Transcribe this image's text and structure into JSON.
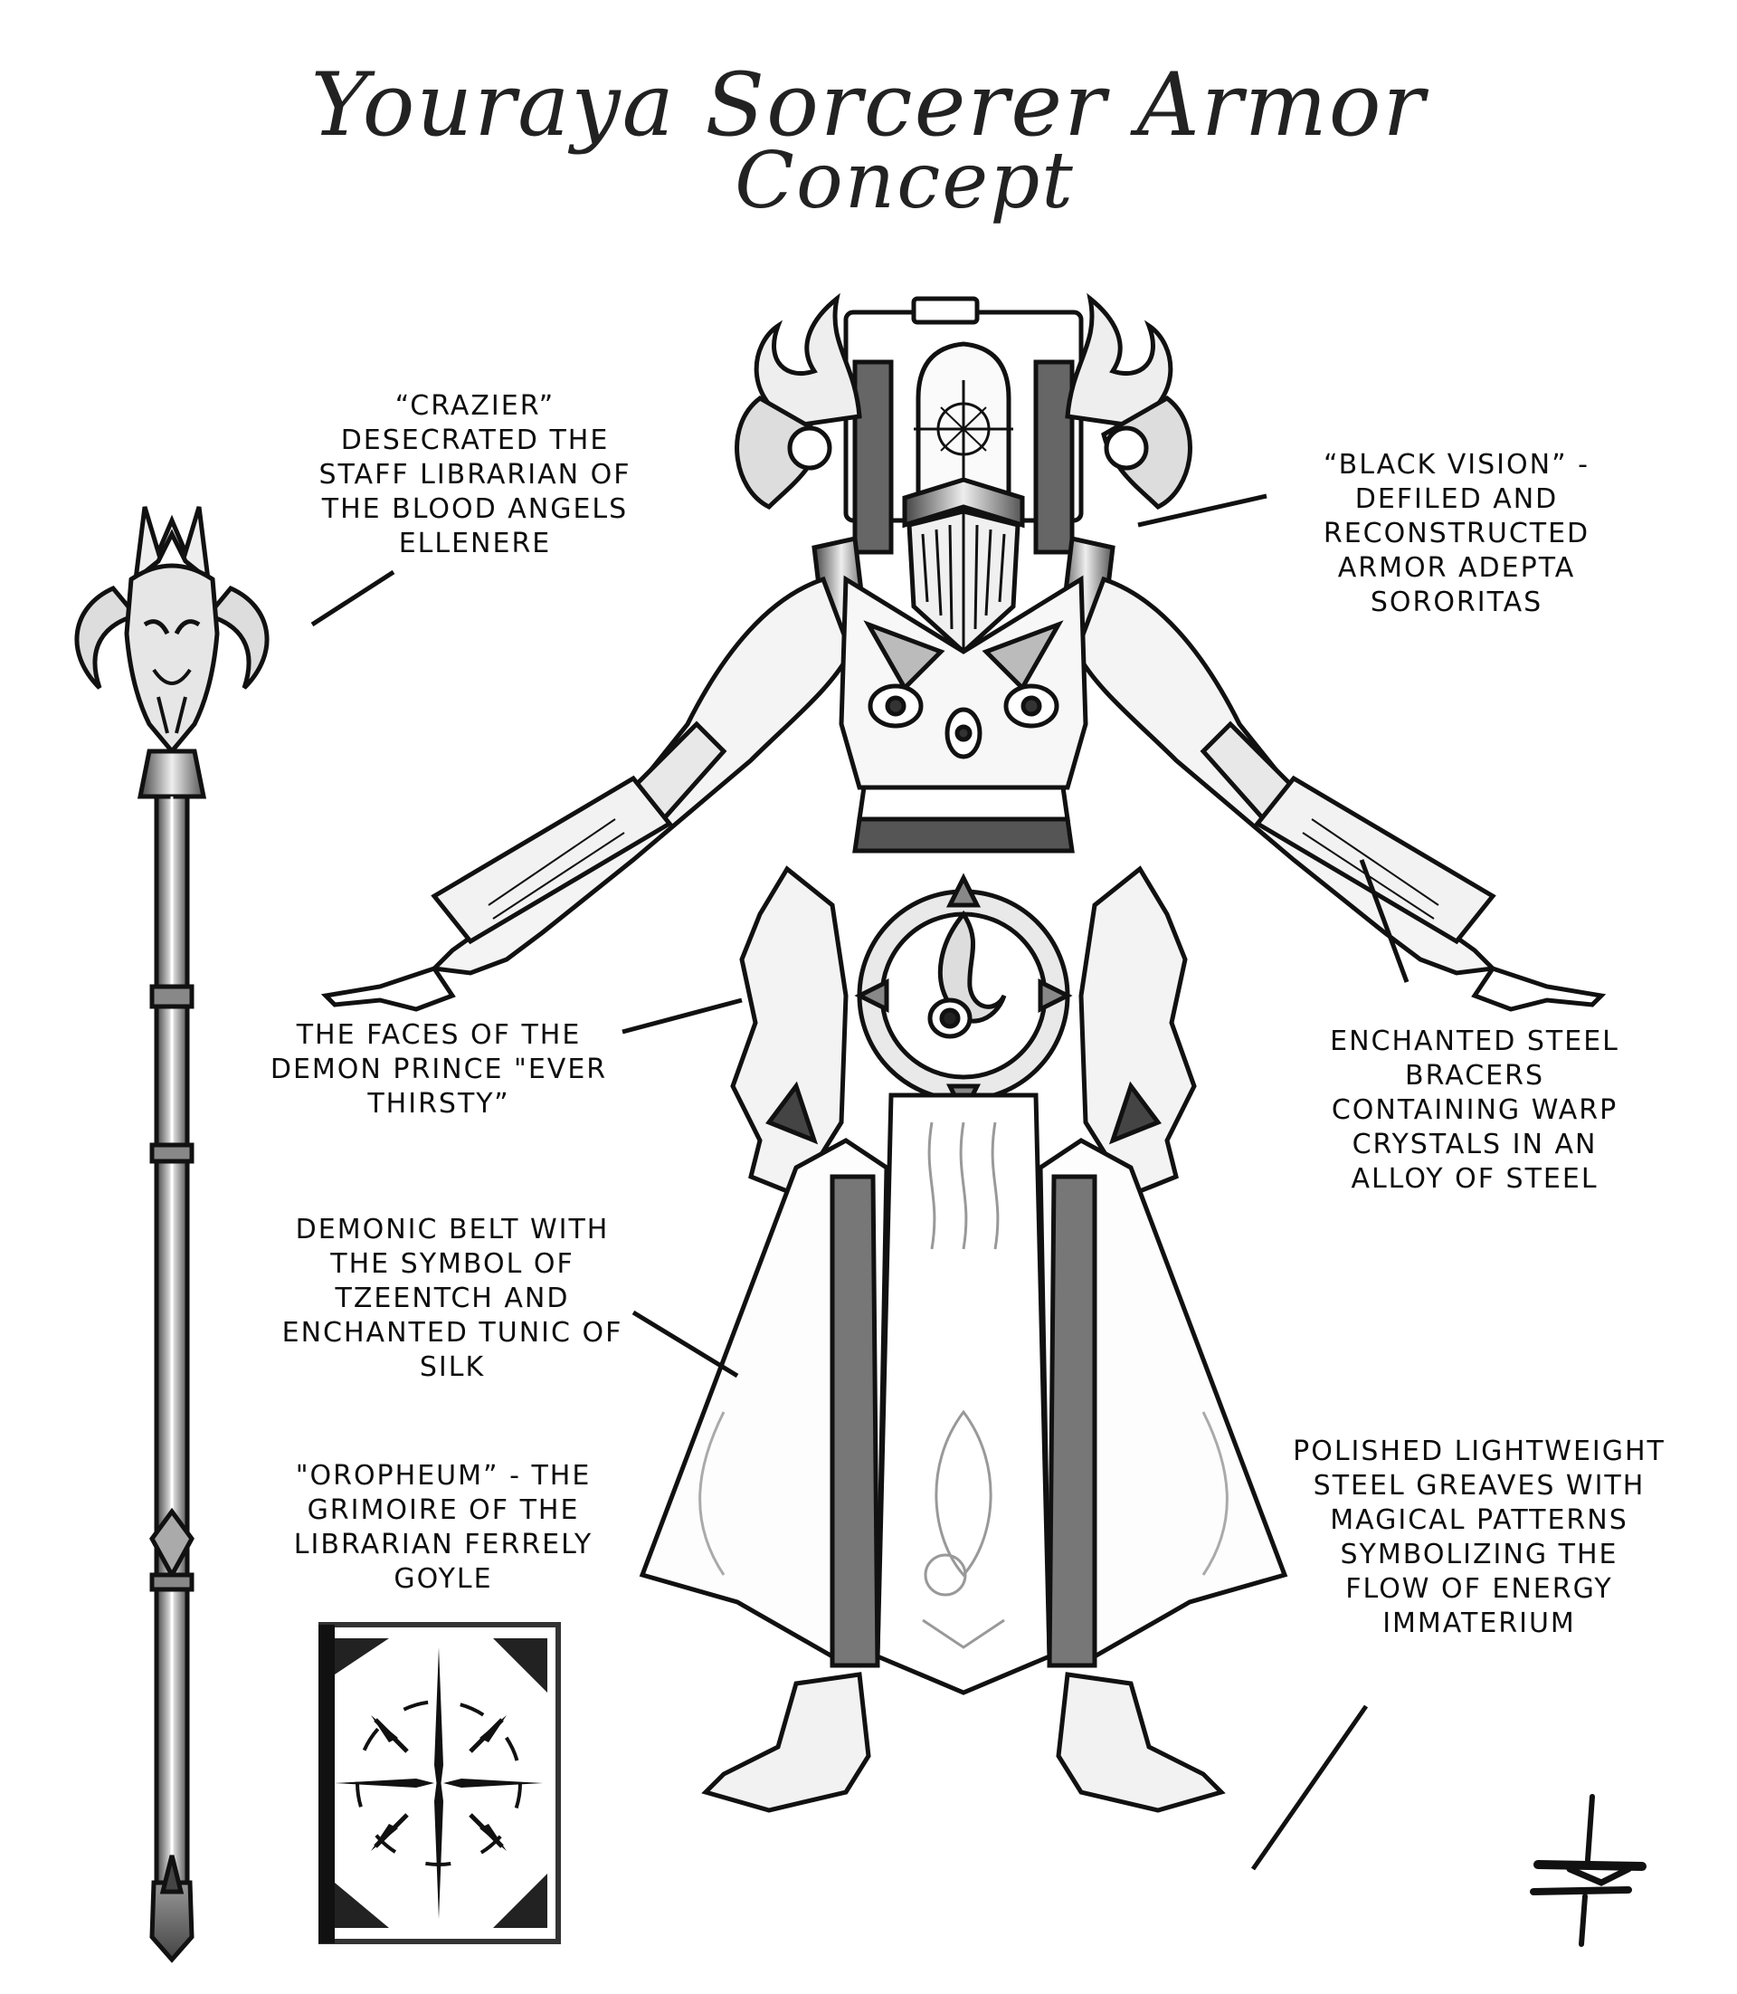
{
  "title": {
    "line1": "Youraya Sorcerer Armor",
    "line2": "Concept"
  },
  "callouts": {
    "staff": "“Crazier”\nDesecrated the\nstaff Librarian of\nthe Blood Angels\nEllenere",
    "helmet": "“Black Vision” -\nDefiled and\nreconstructed\narmor Adepta\nSororitas",
    "faces": "The faces of the\nDemon Prince \"Ever\nThirsty”",
    "bracers": "Enchanted steel\nbracers\ncontaining warp\ncrystals in an\nalloy of steel",
    "belt": "Demonic belt with\nthe symbol of\nTzeentch and\nenchanted tunic of\nsilk",
    "grimoire": "\"Oropheum” - The\ngrimoire of the\nLibrarian Ferrely\nGoyle",
    "greaves": "Polished lightweight\nsteel greaves with\nmagical patterns\nsymbolizing the\nflow of energy\nImmaterium"
  },
  "colors": {
    "background": "#ffffff",
    "ink": "#111111",
    "shade": "#6e6e6e",
    "light_shade": "#bdbdbd"
  },
  "icons": {
    "signature": "artist-signature-star-glyph",
    "book_emblem": "eight-pointed-chaos-star"
  }
}
